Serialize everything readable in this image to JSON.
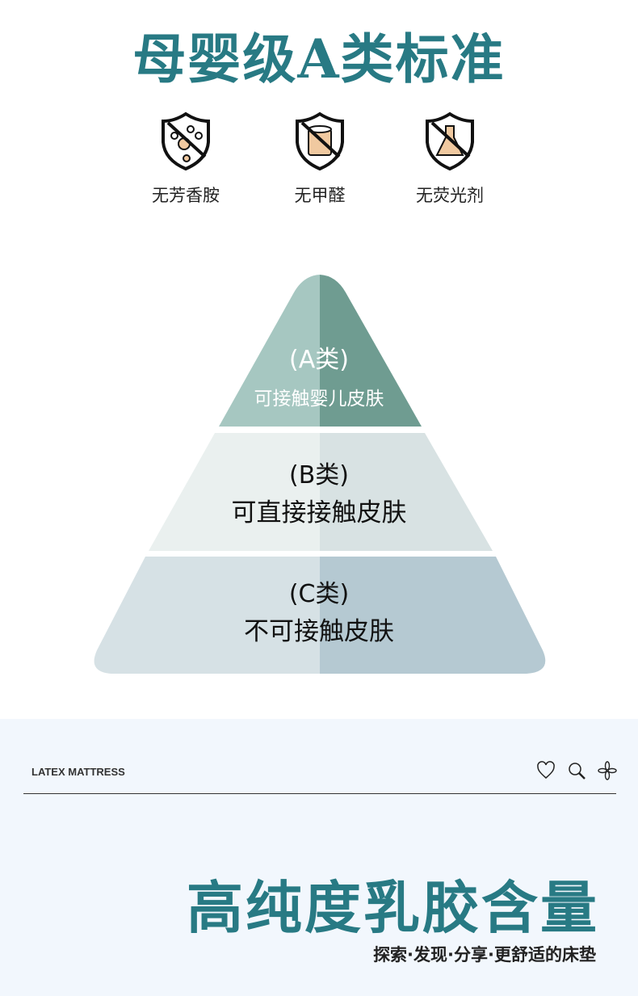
{
  "title": "母婴级A类标准",
  "features": [
    {
      "icon": "no-aromatic-amine-icon",
      "label": "无芳香胺"
    },
    {
      "icon": "no-formaldehyde-icon",
      "label": "无甲醛"
    },
    {
      "icon": "no-fluorescent-agent-icon",
      "label": "无荧光剂"
    }
  ],
  "pyramid": [
    {
      "grade": "(A类)",
      "desc": "可接触婴儿皮肤",
      "colors": [
        "#a6c7c1",
        "#6f9c91"
      ]
    },
    {
      "grade": "(B类)",
      "desc": "可直接接触皮肤",
      "colors": [
        "#eaf0ef",
        "#d8e2e3"
      ]
    },
    {
      "grade": "(C类)",
      "desc": "不可接触皮肤",
      "colors": [
        "#d6e1e5",
        "#b5c9d2"
      ]
    }
  ],
  "bottom": {
    "brand": "LATEX MATTRESS",
    "headline": "高纯度乳胶含量",
    "subline": "探索·发现·分享·更舒适的床垫"
  },
  "colors": {
    "accent": "#287a84",
    "bottom_bg": "#f2f7fd"
  }
}
